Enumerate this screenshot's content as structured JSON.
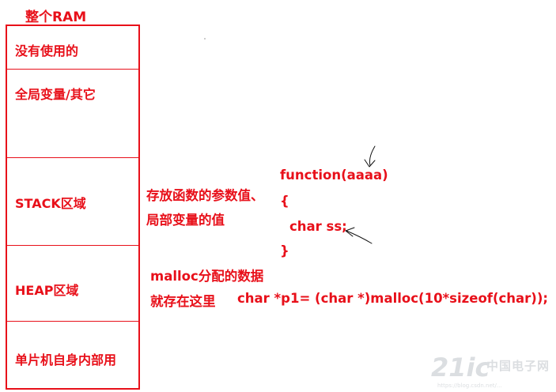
{
  "diagram": {
    "title": "整个RAM",
    "regions": [
      {
        "label": "没有使用的"
      },
      {
        "label": "全局变量/其它"
      },
      {
        "label": "STACK区域"
      },
      {
        "label": "HEAP区域"
      },
      {
        "label": "单片机自身内部用"
      }
    ],
    "stack_note": [
      "存放函数的参数值、",
      "局部变量的值"
    ],
    "heap_note": [
      "malloc分配的数据",
      "就存在这里"
    ],
    "code": {
      "line1": "function(aaaa)",
      "line2": "{",
      "line3": "char ss;",
      "line4": "}",
      "malloc_line": "char *p1=  (char *)malloc(10*sizeof(char));"
    },
    "colors": {
      "accent": "#e8101a",
      "arrow": "#111111"
    }
  },
  "watermark": {
    "logo": "21ic",
    "brand": "中国电子网",
    "url": "https://blog.csdn.net/..."
  }
}
